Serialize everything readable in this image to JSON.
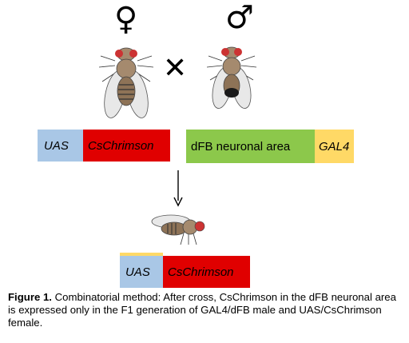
{
  "symbols": {
    "female": "♀",
    "male": "♂",
    "cross": "✕"
  },
  "boxes": {
    "top_left": {
      "promoter": "UAS",
      "effector": "CsChrimson"
    },
    "top_right": {
      "region": "dFB neuronal area",
      "driver": "GAL4"
    },
    "bottom": {
      "promoter": "UAS",
      "effector": "CsChrimson"
    }
  },
  "colors": {
    "uas_blue": "#a9c7e6",
    "chrimson_red": "#e00000",
    "dfb_green": "#8cc84b",
    "gal4_yellow": "#ffd966",
    "fly_eye_red": "#cc3333"
  },
  "caption": {
    "label": "Figure 1.",
    "text": " Combinatorial method: After cross, CsChrimson in the dFB neuronal area is expressed only in the F1 generation of GAL4/dFB male and UAS/CsChrimson female."
  }
}
